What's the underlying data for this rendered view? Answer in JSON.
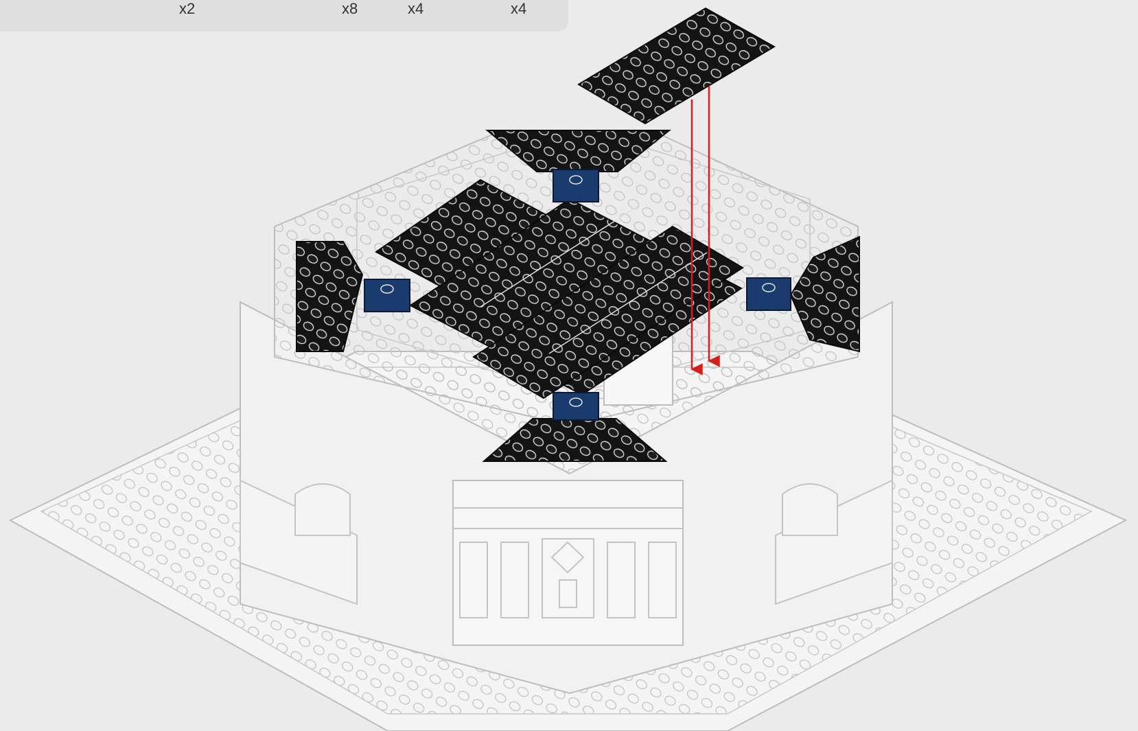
{
  "parts_list": {
    "quantities": [
      "x2",
      "x8",
      "x4",
      "x4"
    ]
  },
  "colors": {
    "background": "#ebebeb",
    "panel": "#dfdfdf",
    "outline": "#bdbdbd",
    "outline_light": "#ffffff",
    "plate_black": "#141414",
    "stud_outline": "#d8d8d8",
    "tile_blue": "#1b3a6e",
    "arrow_red": "#d4201a"
  },
  "icons": {
    "arrow": "arrow-down-icon",
    "tile": "round-stud-tile-icon"
  }
}
